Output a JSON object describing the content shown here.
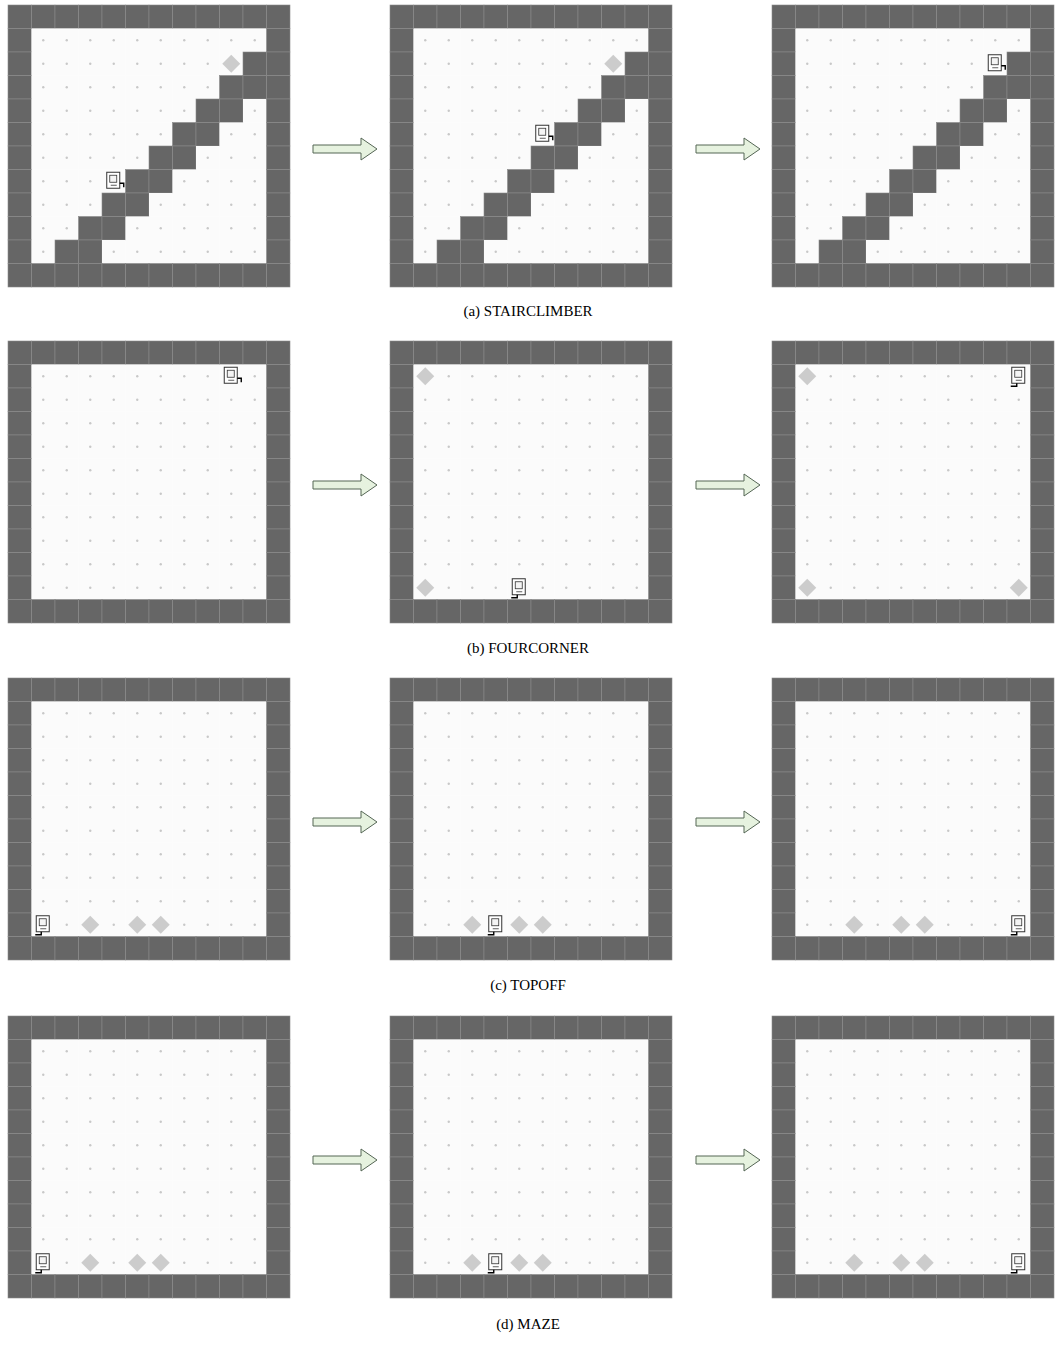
{
  "diagram": {
    "labels": [
      "(a) STAIRCLIMBER",
      "(b) FOURCORNER",
      "(c) TOPOFF",
      "(d) MAZE"
    ]
  }
}
